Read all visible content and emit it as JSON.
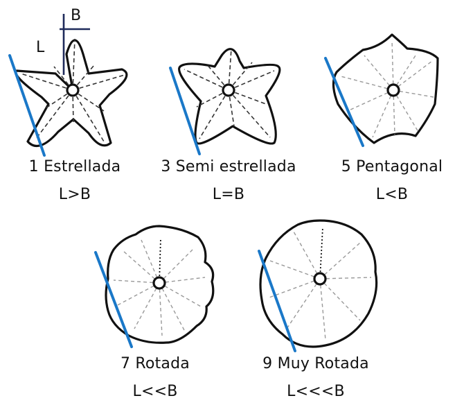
{
  "dimension_labels": {
    "length": "L",
    "breadth": "B"
  },
  "figures": [
    {
      "name": "1 Estrellada",
      "relation": "L>B"
    },
    {
      "name": "3 Semi estrellada",
      "relation": "L=B"
    },
    {
      "name": "5 Pentagonal",
      "relation": "L<B"
    },
    {
      "name": "7 Rotada",
      "relation": "L<<B"
    },
    {
      "name": "9 Muy Rotada",
      "relation": "L<<<B"
    }
  ],
  "colors": {
    "tangent_line": "#1a78c8",
    "dimension_marker": "#1e2a5a",
    "outline": "#111111"
  }
}
